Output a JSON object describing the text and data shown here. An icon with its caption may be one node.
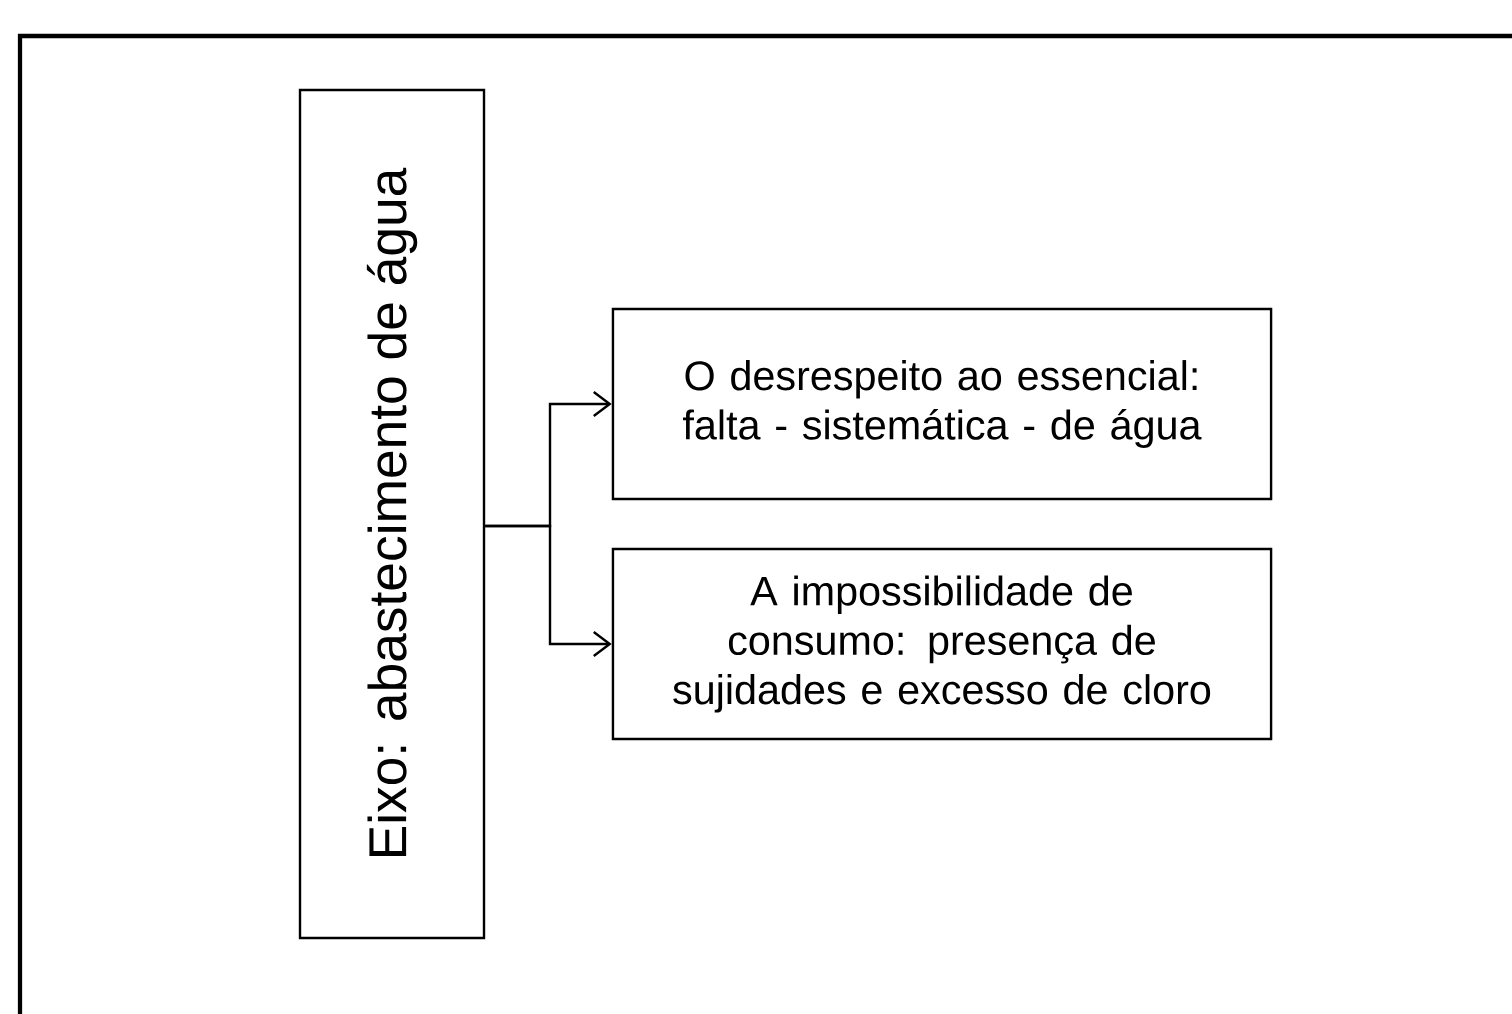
{
  "diagram": {
    "nodes": [
      {
        "text": [
          "Eixo: abastecimento de água"
        ]
      },
      {
        "text": [
          "O desrespeito ao essencial: falta - sistemática - de água"
        ]
      },
      {
        "text": [
          "A impossibilidade de consumo: presença de sujidades e excesso de cloro"
        ]
      }
    ],
    "edges": [
      {
        "from": 0,
        "to": 1,
        "arrow": "to"
      },
      {
        "from": 0,
        "to": 2,
        "arrow": "to"
      }
    ]
  }
}
